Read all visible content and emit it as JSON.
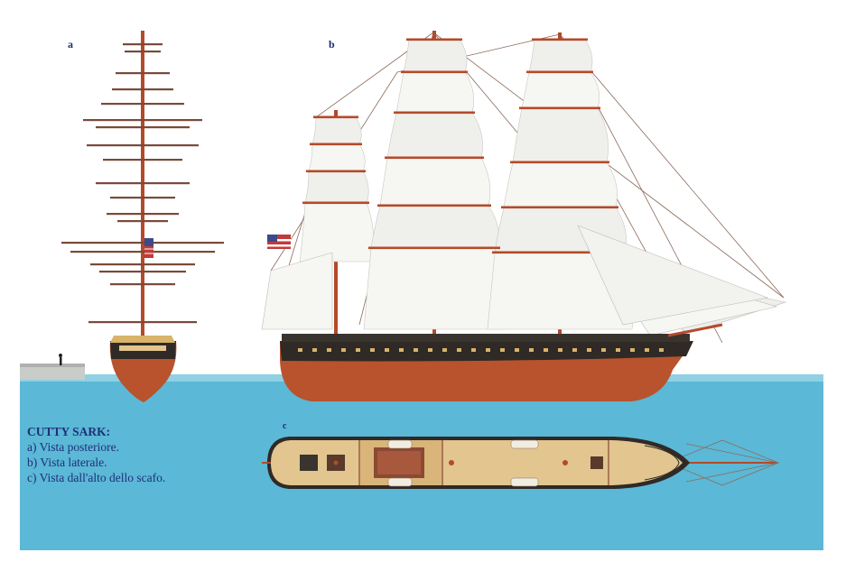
{
  "panels": {
    "a": "a",
    "b": "b",
    "c": "c"
  },
  "caption": {
    "title": "CUTTY SARK:",
    "lines": [
      "a) Vista posteriore.",
      "b) Vista laterale.",
      "c) Vista dall'alto dello scafo."
    ]
  },
  "colors": {
    "sky": "#ffffff",
    "sea": "#5bb8d6",
    "sea_light": "#9fd6e8",
    "hull_copper": "#b8532e",
    "hull_black": "#2f2a26",
    "spar": "#b44a2a",
    "sail": "#f6f6f2",
    "sail_shadow": "#d9dad6",
    "deck": "#e2c58f",
    "rigging": "#8a6a5a",
    "caption_text": "#1f2f7a"
  },
  "icons": [
    "us-flag-icon",
    "figure-icon"
  ]
}
